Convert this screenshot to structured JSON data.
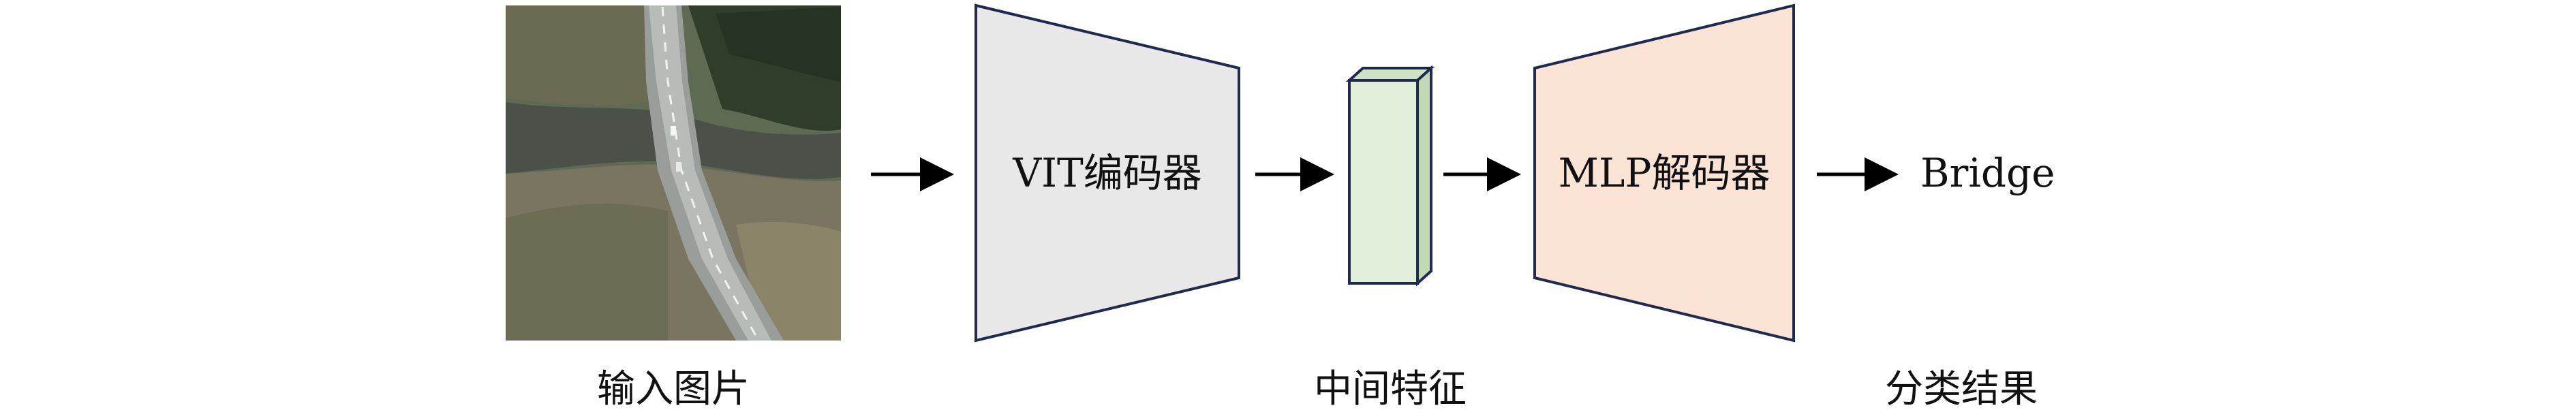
{
  "diagram": {
    "input_image": {
      "caption": "输入图片",
      "description_icon": "aerial-bridge-photo"
    },
    "encoder": {
      "label": "VIT编码器",
      "fill": "#e8e8e8",
      "stroke": "#1f2a4d"
    },
    "feature": {
      "caption": "中间特征",
      "fill": "#e2f0db",
      "stroke": "#1f2a4d"
    },
    "decoder": {
      "label": "MLP解码器",
      "fill": "#fbe3d6",
      "stroke": "#1f2a4d"
    },
    "output": {
      "label": "Bridge",
      "caption": "分类结果"
    },
    "arrow_color": "#000000"
  }
}
